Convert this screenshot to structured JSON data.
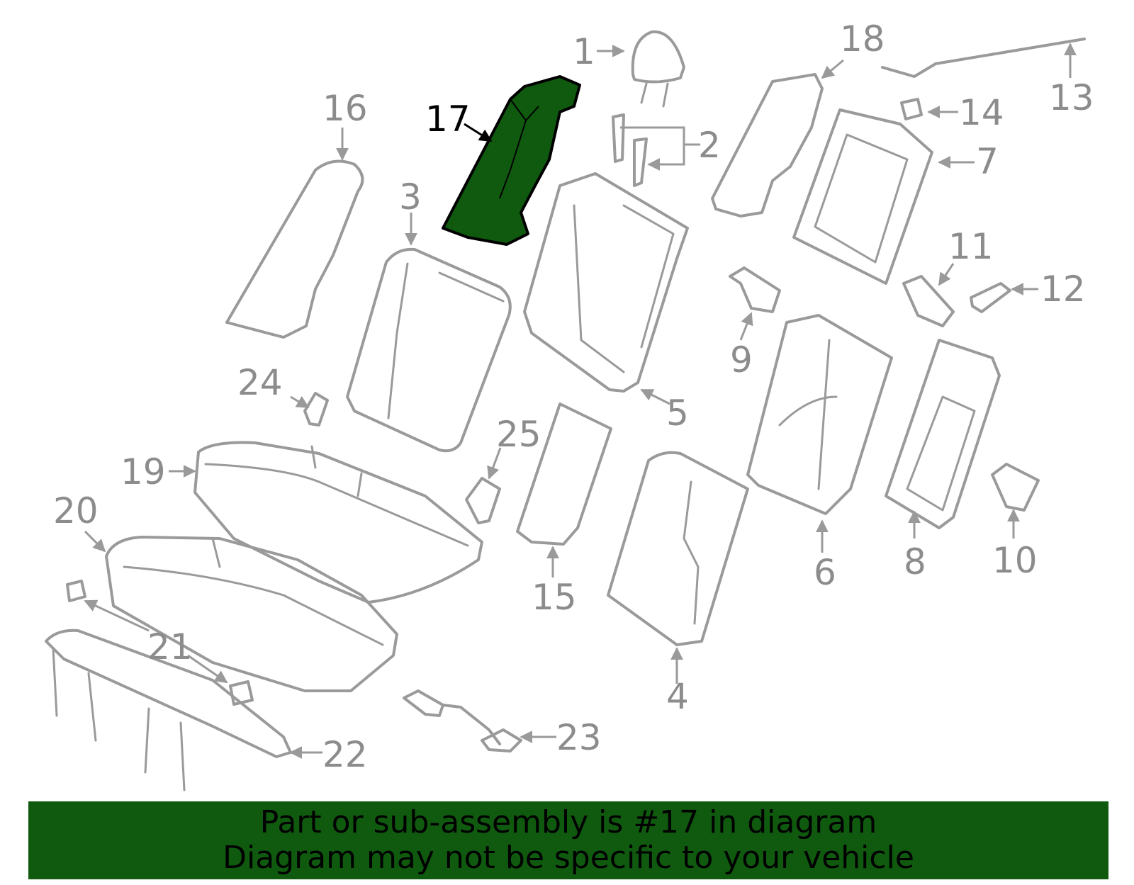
{
  "diagram": {
    "highlighted_part": "17",
    "highlight_color": "#0f5a0f",
    "callouts": {
      "p1": "1",
      "p2": "2",
      "p3": "3",
      "p4": "4",
      "p5": "5",
      "p6": "6",
      "p7": "7",
      "p8": "8",
      "p9": "9",
      "p10": "10",
      "p11": "11",
      "p12": "12",
      "p13": "13",
      "p14": "14",
      "p15": "15",
      "p16": "16",
      "p17": "17",
      "p18": "18",
      "p19": "19",
      "p20": "20",
      "p21": "21",
      "p22": "22",
      "p23": "23",
      "p24": "24",
      "p25": "25"
    }
  },
  "banner": {
    "line1": "Part or sub-assembly is #17 in diagram",
    "line2": "Diagram may not be specific to your vehicle",
    "background": "#0f5a0f"
  }
}
